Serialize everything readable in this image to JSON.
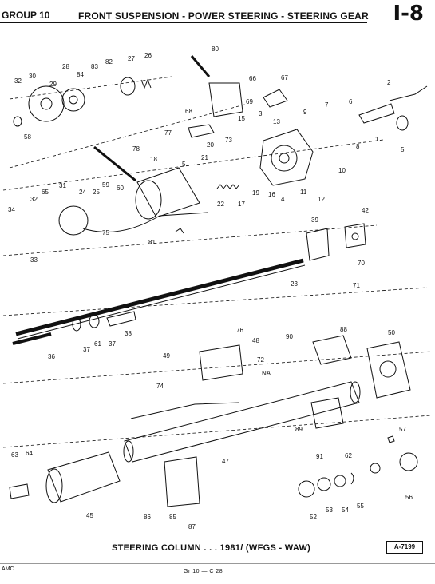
{
  "header": {
    "group": "GROUP 10",
    "title": "FRONT SUSPENSION - POWER STEERING - STEERING GEAR",
    "page_code": "I-8"
  },
  "diagram": {
    "callouts": [
      "80",
      "28",
      "83",
      "82",
      "27",
      "26",
      "32",
      "30",
      "84",
      "29",
      "66",
      "67",
      "2",
      "58",
      "68",
      "69",
      "3",
      "13",
      "9",
      "7",
      "6",
      "77",
      "73",
      "15",
      "8",
      "1",
      "5",
      "78",
      "20",
      "21",
      "18",
      "5",
      "10",
      "65",
      "31",
      "24",
      "25",
      "59",
      "60",
      "22",
      "17",
      "19",
      "16",
      "4",
      "11",
      "12",
      "32",
      "75",
      "42",
      "34",
      "39",
      "81",
      "70",
      "33",
      "23",
      "71",
      "76",
      "48",
      "90",
      "88",
      "50",
      "49",
      "72",
      "NA",
      "38",
      "37",
      "61",
      "37",
      "36",
      "74",
      "89",
      "57",
      "63",
      "64",
      "62",
      "91",
      "47",
      "45",
      "86",
      "85",
      "52",
      "53",
      "54",
      "55",
      "56",
      "87"
    ]
  },
  "caption": "STEERING COLUMN . . . 1981/ (WFGS - WAW)",
  "ref_code": "A-7199",
  "footer": {
    "left": "AMC",
    "center": "Gr 10 — C 28"
  }
}
